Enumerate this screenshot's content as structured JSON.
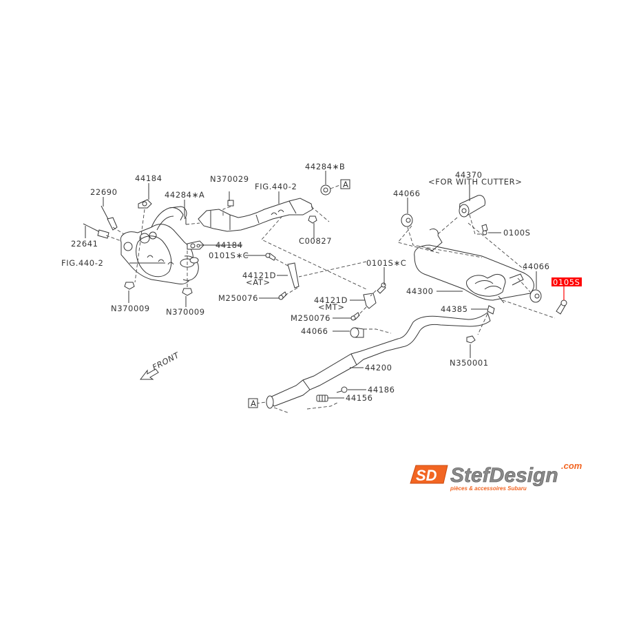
{
  "diagram": {
    "title": "Exhaust system parts diagram",
    "highlight_color": "#ff0000",
    "labels": {
      "p22690": "22690",
      "p22641": "22641",
      "p44184_a": "44184",
      "p44284a": "44284∗A",
      "n370029": "N370029",
      "fig440_a": "FIG.440-2",
      "p44284b": "44284∗B",
      "fig440_b": "FIG.440-2",
      "p44184_b": "44184",
      "c00827": "C00827",
      "p0101sc_a": "0101S∗C",
      "p44121d_at": "44121D",
      "at": "<AT>",
      "m250076_a": "M250076",
      "n370009_a": "N370009",
      "n370009_b": "N370009",
      "p0101sc_b": "0101S∗C",
      "p44121d_mt": "44121D",
      "mt": "<MT>",
      "m250076_b": "M250076",
      "p44066_a": "44066",
      "p44370": "44370",
      "with_cutter": "<FOR WITH CUTTER>",
      "p44066_b": "44066",
      "p0100s": "0100S",
      "p44066_c": "44066",
      "p44300": "44300",
      "p0105s": "0105S",
      "p44385": "44385",
      "n350001": "N350001",
      "p44200": "44200",
      "p44186": "44186",
      "p44156": "44156",
      "ref_a1": "A",
      "ref_a2": "A",
      "front": "FRONT"
    }
  },
  "logo": {
    "mark": "SD",
    "brand": "StefDesign",
    "tld": ".com",
    "tagline": "pièces & accessoires Subaru",
    "accent": "#f26522"
  }
}
